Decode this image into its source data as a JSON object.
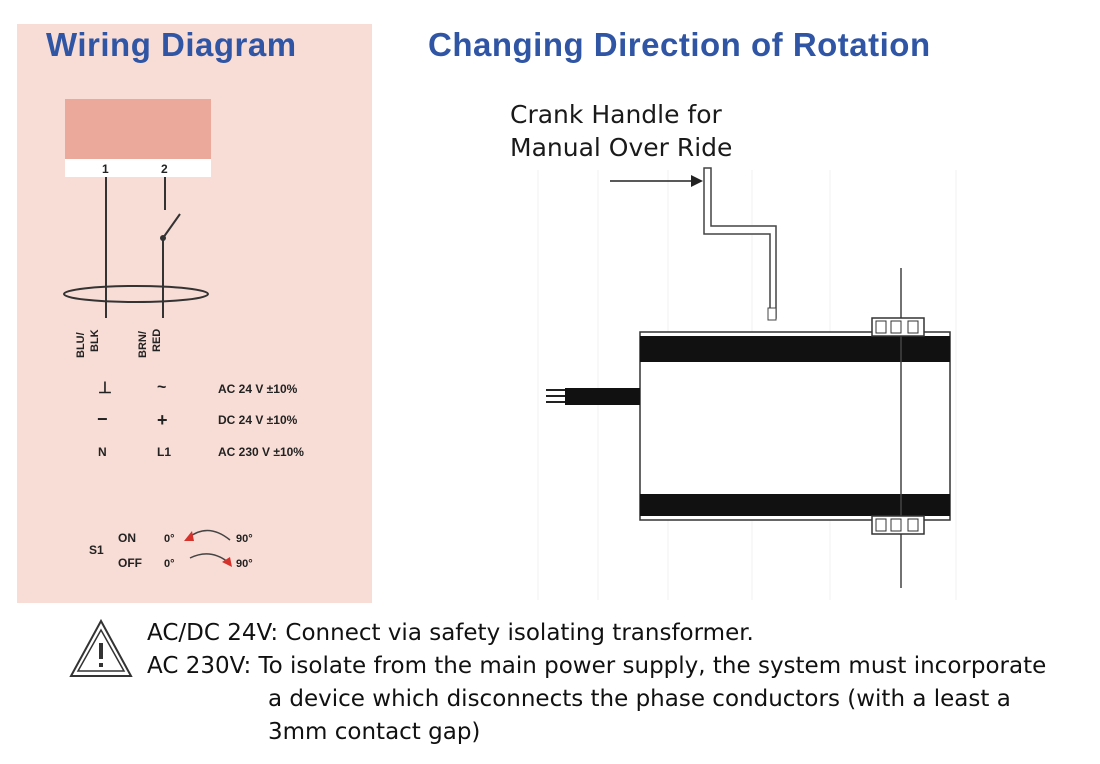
{
  "titles": {
    "wiring": "Wiring Diagram",
    "rotation": "Changing Direction of Rotation"
  },
  "wiring": {
    "terminals": [
      "1",
      "2"
    ],
    "wires": [
      "BLU/",
      "BLK",
      "BRN/",
      "RED"
    ],
    "rows": [
      {
        "left": "⊥",
        "right": "~",
        "spec": "AC 24 V ±10%"
      },
      {
        "left": "−",
        "right": "+",
        "spec": "DC 24 V ±10%"
      },
      {
        "left": "N",
        "right": "L1",
        "spec": "AC 230 V ±10%"
      }
    ],
    "switch": {
      "name": "S1",
      "on_label": "ON",
      "off_label": "OFF",
      "start": "0°",
      "end": "90°"
    }
  },
  "crank_label": {
    "line1": "Crank Handle for",
    "line2": "Manual Over Ride"
  },
  "notes": {
    "line1": "AC/DC 24V: Connect via safety isolating transformer.",
    "line2": "AC 230V: To isolate from the main power supply, the system must incorporate",
    "line3": "a device which disconnects the phase conductors (with a least a",
    "line4": "3mm contact gap)"
  },
  "colors": {
    "title": "#2f55a4",
    "panel": "#f8ddd6",
    "terminal_block": "#eaa99b",
    "arrow_red": "#d6322c"
  }
}
